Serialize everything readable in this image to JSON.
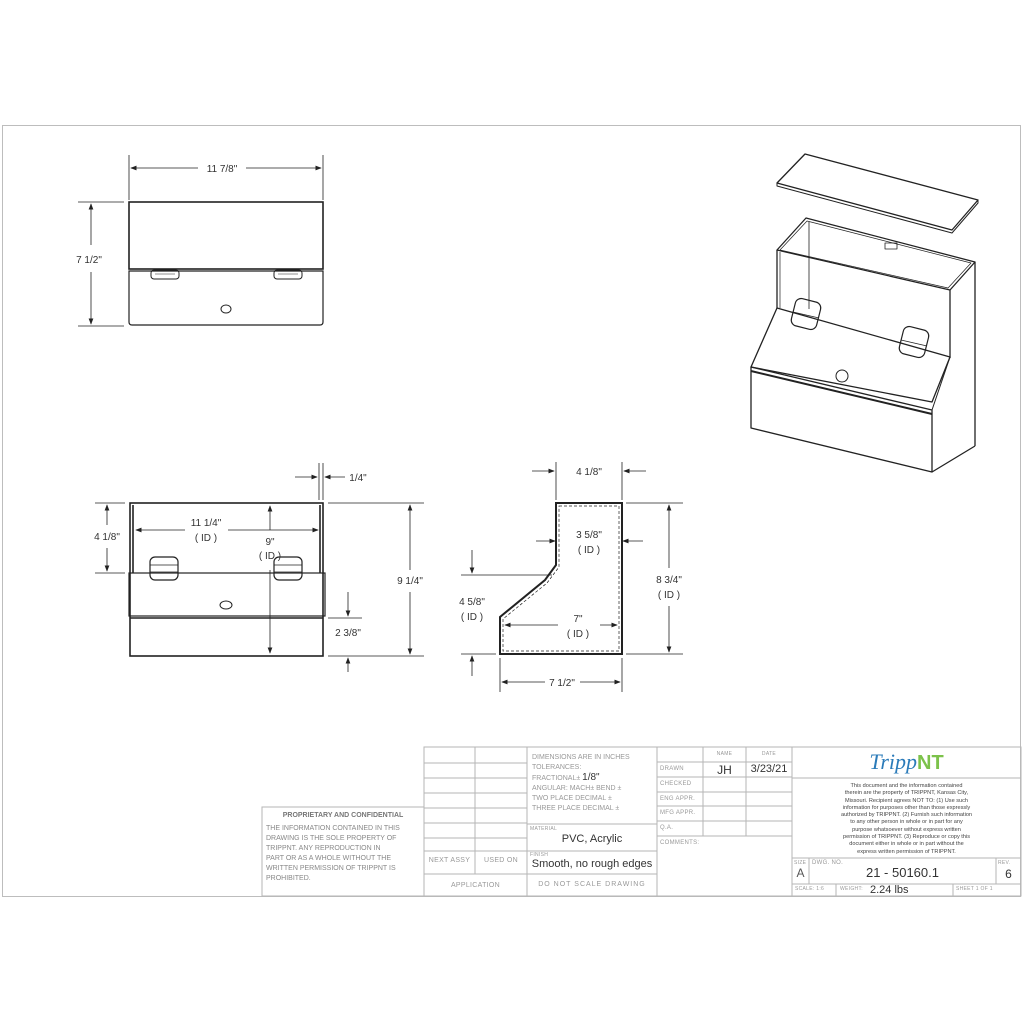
{
  "views": {
    "front_top": {
      "width_dim": "11 7/8\"",
      "height_dim": "7 1/2\""
    },
    "front_open": {
      "wall_dim": "1/4\"",
      "upper_height_dim": "4 1/8\"",
      "inner_width_dim": "11 1/4\"",
      "inner_width_note": "( ID )",
      "inner_height_dim": "9\"",
      "inner_height_note": "( ID )",
      "overall_height_dim": "9 1/4\"",
      "base_height_dim": "2 3/8\""
    },
    "side": {
      "top_width_dim": "4 1/8\"",
      "inner_top_width_dim": "3 5/8\"",
      "inner_top_width_note": "( ID )",
      "front_height_dim": "4 5/8\"",
      "front_height_note": "( ID )",
      "inner_depth_dim": "7\"",
      "inner_depth_note": "( ID )",
      "inner_height_dim": "8 3/4\"",
      "inner_height_note": "( ID )",
      "overall_depth_dim": "7 1/2\""
    },
    "isometric": {
      "label": "isometric-exploded-view"
    }
  },
  "proprietary": {
    "title": "PROPRIETARY AND CONFIDENTIAL",
    "lines": [
      "THE INFORMATION CONTAINED IN THIS",
      "DRAWING IS THE SOLE PROPERTY OF",
      "TRIPPNT.  ANY REPRODUCTION IN",
      "PART OR AS A WHOLE WITHOUT THE",
      "WRITTEN PERMISSION OF TRIPPNT IS",
      "PROHIBITED."
    ]
  },
  "title_block": {
    "next_assy": "NEXT ASSY",
    "used_on": "USED ON",
    "application": "APPLICATION",
    "tolerances": [
      "DIMENSIONS ARE IN INCHES",
      "TOLERANCES:",
      "FRACTIONAL±",
      "ANGULAR: MACH±    BEND ±",
      "TWO PLACE DECIMAL    ±",
      "THREE PLACE DECIMAL  ±"
    ],
    "fractional_value": "1/8\"",
    "material_label": "MATERIAL",
    "material": "PVC, Acrylic",
    "finish_label": "FINISH",
    "finish": "Smooth, no rough edges",
    "do_not_scale": "DO  NOT  SCALE  DRAWING",
    "name_header": "NAME",
    "date_header": "DATE",
    "rows": [
      {
        "label": "DRAWN",
        "name": "JH",
        "date": "3/23/21"
      },
      {
        "label": "CHECKED",
        "name": "",
        "date": ""
      },
      {
        "label": "ENG APPR.",
        "name": "",
        "date": ""
      },
      {
        "label": "MFG APPR.",
        "name": "",
        "date": ""
      },
      {
        "label": "Q.A.",
        "name": "",
        "date": ""
      }
    ],
    "comments_label": "COMMENTS:",
    "logo_script": "Tripp",
    "logo_bold": "NT",
    "logo_color_script": "#2b7bb9",
    "logo_color_bold": "#7cc24a",
    "notice": [
      "This document and the information contained",
      "therein are the property of TRIPPNT, Kansas City,",
      "Missouri. Recipient agrees NOT TO: (1) Use such",
      "information for purposes other than those expressly",
      "authorized by TRIPPNT. (2) Furnish such information",
      "to any other person in whole or in part for any",
      "purpose whatsoever without express  written",
      "permission of TRIPPNT. (3) Reproduce or copy this",
      "document either in whole or in part without the",
      "express written permission of TRIPPNT."
    ],
    "size_label": "SIZE",
    "size": "A",
    "dwg_no_label": "DWG.  NO.",
    "dwg_no": "21 - 50160.1",
    "rev_label": "REV.",
    "rev": "6",
    "scale_label": "SCALE: 1:6",
    "weight_label": "WEIGHT:",
    "weight": "2.24 lbs",
    "sheet_label": "SHEET 1 OF 1"
  }
}
